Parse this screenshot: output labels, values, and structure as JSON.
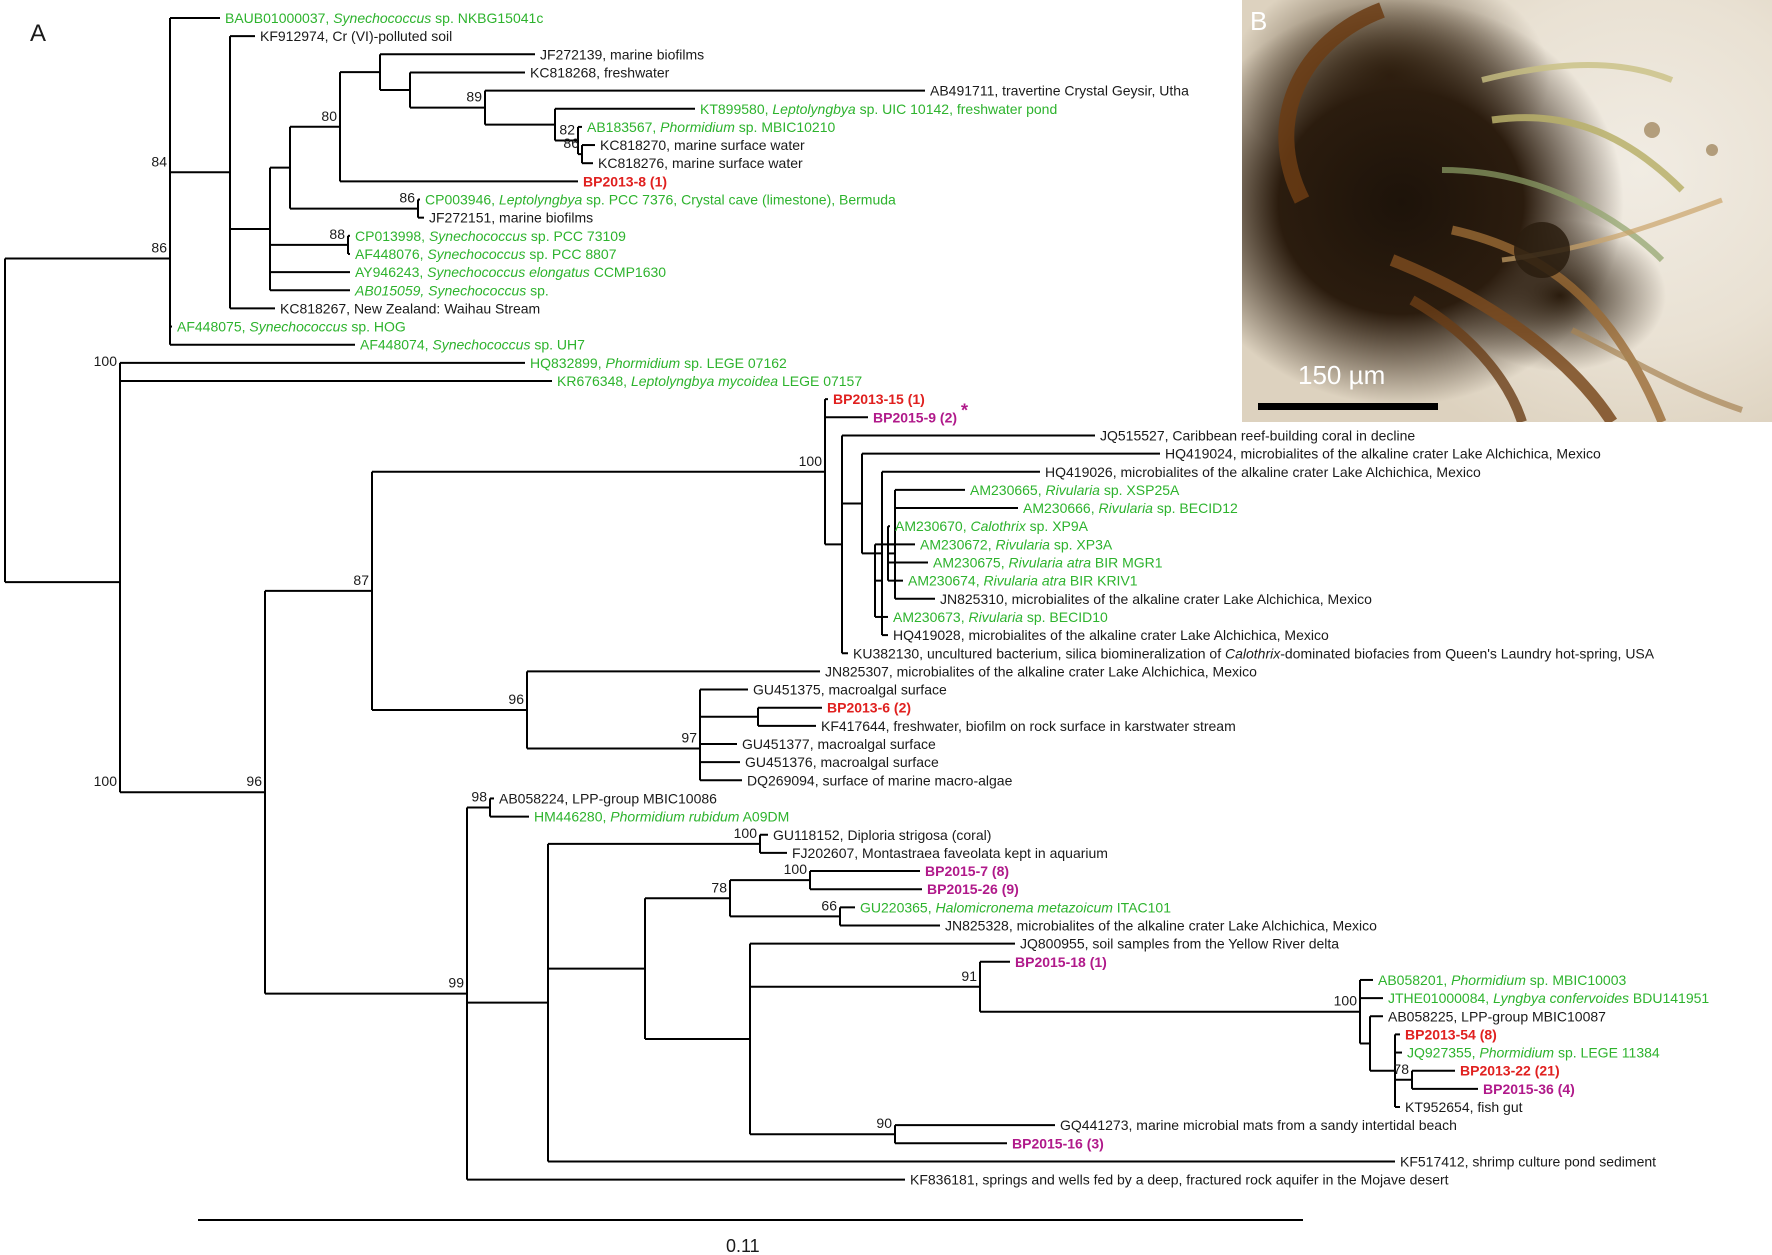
{
  "panel_a_label": "A",
  "panel_b_label": "B",
  "scale_bar_text": "150 µm",
  "tree_scale_label": "0.11",
  "colors": {
    "reference": "#2db32d",
    "bp2013": "#e0201f",
    "bp2015": "#b0198a",
    "environmental": "#1a1a1a",
    "branch": "#000000"
  },
  "bootstrap_values": [
    "84",
    "86",
    "100",
    "89",
    "82",
    "80",
    "86",
    "88",
    "100",
    "100",
    "87",
    "96",
    "100",
    "96",
    "97",
    "98",
    "99",
    "100",
    "100",
    "78",
    "66",
    "91",
    "100",
    "78",
    "90"
  ],
  "leaves": [
    {
      "parts": [
        {
          "t": "BAUB01000037, "
        },
        {
          "t": "Synechococcus",
          "i": true
        },
        {
          "t": " sp. NKBG15041c"
        }
      ],
      "group": "ref"
    },
    {
      "parts": [
        {
          "t": "KF912974, Cr (VI)-polluted soil"
        }
      ],
      "group": "env"
    },
    {
      "parts": [
        {
          "t": "JF272139, marine biofilms"
        }
      ],
      "group": "env"
    },
    {
      "parts": [
        {
          "t": "KC818268, freshwater"
        }
      ],
      "group": "env"
    },
    {
      "parts": [
        {
          "t": "AB491711, travertine Crystal Geysir, Utha"
        }
      ],
      "group": "env"
    },
    {
      "parts": [
        {
          "t": "KT899580, "
        },
        {
          "t": "Leptolyngbya",
          "i": true
        },
        {
          "t": " sp. UIC 10142, freshwater pond"
        }
      ],
      "group": "ref"
    },
    {
      "parts": [
        {
          "t": "AB183567, "
        },
        {
          "t": "Phormidium",
          "i": true
        },
        {
          "t": " sp. MBIC10210"
        }
      ],
      "group": "ref"
    },
    {
      "parts": [
        {
          "t": "KC818270, marine surface water"
        }
      ],
      "group": "env"
    },
    {
      "parts": [
        {
          "t": "KC818276, marine surface water"
        }
      ],
      "group": "env"
    },
    {
      "parts": [
        {
          "t": "BP2013-8 (1)"
        }
      ],
      "group": "bp13"
    },
    {
      "parts": [
        {
          "t": "CP003946, "
        },
        {
          "t": "Leptolyngbya",
          "i": true
        },
        {
          "t": " sp. PCC 7376, Crystal cave (limestone), Bermuda"
        }
      ],
      "group": "ref"
    },
    {
      "parts": [
        {
          "t": "JF272151, marine biofilms"
        }
      ],
      "group": "env"
    },
    {
      "parts": [
        {
          "t": "CP013998, "
        },
        {
          "t": "Synechococcus",
          "i": true
        },
        {
          "t": " sp. PCC 73109"
        }
      ],
      "group": "ref"
    },
    {
      "parts": [
        {
          "t": "AF448076, "
        },
        {
          "t": "Synechococcus",
          "i": true
        },
        {
          "t": " sp. PCC 8807"
        }
      ],
      "group": "ref"
    },
    {
      "parts": [
        {
          "t": "AY946243, "
        },
        {
          "t": "Synechococcus elongatus",
          "i": true
        },
        {
          "t": " CCMP1630"
        }
      ],
      "group": "ref"
    },
    {
      "parts": [
        {
          "t": "AB015059, Synechococcus",
          "i": true
        },
        {
          "t": " sp."
        }
      ],
      "group": "ref"
    },
    {
      "parts": [
        {
          "t": "KC818267, New Zealand: Waihau Stream"
        }
      ],
      "group": "env"
    },
    {
      "parts": [
        {
          "t": "AF448075, "
        },
        {
          "t": "Synechococcus",
          "i": true
        },
        {
          "t": " sp. HOG"
        }
      ],
      "group": "ref"
    },
    {
      "parts": [
        {
          "t": "AF448074, "
        },
        {
          "t": "Synechococcus",
          "i": true
        },
        {
          "t": " sp. UH7"
        }
      ],
      "group": "ref"
    },
    {
      "parts": [
        {
          "t": "HQ832899, "
        },
        {
          "t": "Phormidium",
          "i": true
        },
        {
          "t": " sp. LEGE 07162"
        }
      ],
      "group": "ref"
    },
    {
      "parts": [
        {
          "t": "KR676348, "
        },
        {
          "t": "Leptolyngbya mycoidea",
          "i": true
        },
        {
          "t": " LEGE 07157"
        }
      ],
      "group": "ref"
    },
    {
      "parts": [
        {
          "t": "BP2013-15 (1)"
        }
      ],
      "group": "bp13"
    },
    {
      "parts": [
        {
          "t": "BP2015-9 (2)"
        }
      ],
      "group": "bp15",
      "star": "*"
    },
    {
      "parts": [
        {
          "t": "JQ515527, Caribbean reef-building coral in decline"
        }
      ],
      "group": "env"
    },
    {
      "parts": [
        {
          "t": "HQ419024, microbialites of the alkaline crater Lake Alchichica, Mexico"
        }
      ],
      "group": "env"
    },
    {
      "parts": [
        {
          "t": "HQ419026, microbialites of the alkaline crater Lake Alchichica, Mexico"
        }
      ],
      "group": "env"
    },
    {
      "parts": [
        {
          "t": "AM230665, "
        },
        {
          "t": "Rivularia",
          "i": true
        },
        {
          "t": " sp. XSP25A"
        }
      ],
      "group": "ref"
    },
    {
      "parts": [
        {
          "t": "AM230666, "
        },
        {
          "t": "Rivularia",
          "i": true
        },
        {
          "t": " sp. BECID12"
        }
      ],
      "group": "ref"
    },
    {
      "parts": [
        {
          "t": "AM230670, "
        },
        {
          "t": "Calothrix",
          "i": true
        },
        {
          "t": " sp. XP9A"
        }
      ],
      "group": "ref"
    },
    {
      "parts": [
        {
          "t": "AM230672, "
        },
        {
          "t": "Rivularia",
          "i": true
        },
        {
          "t": " sp. XP3A"
        }
      ],
      "group": "ref"
    },
    {
      "parts": [
        {
          "t": "AM230675, "
        },
        {
          "t": "Rivularia atra",
          "i": true
        },
        {
          "t": " BIR MGR1"
        }
      ],
      "group": "ref"
    },
    {
      "parts": [
        {
          "t": "AM230674, "
        },
        {
          "t": "Rivularia atra",
          "i": true
        },
        {
          "t": " BIR KRIV1"
        }
      ],
      "group": "ref"
    },
    {
      "parts": [
        {
          "t": "JN825310, microbialites of the alkaline crater Lake Alchichica, Mexico"
        }
      ],
      "group": "env"
    },
    {
      "parts": [
        {
          "t": "AM230673, "
        },
        {
          "t": "Rivularia",
          "i": true
        },
        {
          "t": " sp. BECID10"
        }
      ],
      "group": "ref"
    },
    {
      "parts": [
        {
          "t": "HQ419028, microbialites of the alkaline crater Lake Alchichica, Mexico"
        }
      ],
      "group": "env"
    },
    {
      "parts": [
        {
          "t": "KU382130, uncultured bacterium, silica biomineralization of "
        },
        {
          "t": "Calothrix",
          "i": true
        },
        {
          "t": "-dominated biofacies from Queen's Laundry hot-spring, USA"
        }
      ],
      "group": "env"
    },
    {
      "parts": [
        {
          "t": "JN825307, microbialites of the alkaline crater Lake Alchichica, Mexico"
        }
      ],
      "group": "env"
    },
    {
      "parts": [
        {
          "t": "GU451375, macroalgal surface"
        }
      ],
      "group": "env"
    },
    {
      "parts": [
        {
          "t": "BP2013-6 (2)"
        }
      ],
      "group": "bp13"
    },
    {
      "parts": [
        {
          "t": "KF417644, freshwater, biofilm on rock surface in karstwater stream"
        }
      ],
      "group": "env"
    },
    {
      "parts": [
        {
          "t": "GU451377, macroalgal surface"
        }
      ],
      "group": "env"
    },
    {
      "parts": [
        {
          "t": "GU451376, macroalgal surface"
        }
      ],
      "group": "env"
    },
    {
      "parts": [
        {
          "t": "DQ269094, surface of marine macro-algae"
        }
      ],
      "group": "env"
    },
    {
      "parts": [
        {
          "t": "AB058224, LPP-group MBIC10086"
        }
      ],
      "group": "env"
    },
    {
      "parts": [
        {
          "t": "HM446280, "
        },
        {
          "t": "Phormidium rubidum",
          "i": true
        },
        {
          "t": " A09DM"
        }
      ],
      "group": "ref"
    },
    {
      "parts": [
        {
          "t": "GU118152, Diploria strigosa (coral)"
        }
      ],
      "group": "env"
    },
    {
      "parts": [
        {
          "t": "FJ202607, Montastraea faveolata kept in aquarium"
        }
      ],
      "group": "env"
    },
    {
      "parts": [
        {
          "t": "BP2015-7 (8)"
        }
      ],
      "group": "bp15"
    },
    {
      "parts": [
        {
          "t": "BP2015-26 (9)"
        }
      ],
      "group": "bp15"
    },
    {
      "parts": [
        {
          "t": "GU220365, "
        },
        {
          "t": "Halomicronema metazoicum",
          "i": true
        },
        {
          "t": " ITAC101"
        }
      ],
      "group": "ref"
    },
    {
      "parts": [
        {
          "t": "JN825328, microbialites of the alkaline crater Lake Alchichica, Mexico"
        }
      ],
      "group": "env"
    },
    {
      "parts": [
        {
          "t": "JQ800955, soil samples from the Yellow River delta"
        }
      ],
      "group": "env"
    },
    {
      "parts": [
        {
          "t": "BP2015-18 (1)"
        }
      ],
      "group": "bp15"
    },
    {
      "parts": [
        {
          "t": "AB058201, "
        },
        {
          "t": "Phormidium",
          "i": true
        },
        {
          "t": " sp. MBIC10003"
        }
      ],
      "group": "ref"
    },
    {
      "parts": [
        {
          "t": "JTHE01000084, "
        },
        {
          "t": "Lyngbya confervoides",
          "i": true
        },
        {
          "t": " BDU141951"
        }
      ],
      "group": "ref"
    },
    {
      "parts": [
        {
          "t": "AB058225, LPP-group MBIC10087"
        }
      ],
      "group": "env"
    },
    {
      "parts": [
        {
          "t": "BP2013-54 (8)"
        }
      ],
      "group": "bp13"
    },
    {
      "parts": [
        {
          "t": "JQ927355, "
        },
        {
          "t": "Phormidium",
          "i": true
        },
        {
          "t": " sp. LEGE 11384"
        }
      ],
      "group": "ref"
    },
    {
      "parts": [
        {
          "t": "BP2013-22 (21)"
        }
      ],
      "group": "bp13"
    },
    {
      "parts": [
        {
          "t": "BP2015-36 (4)"
        }
      ],
      "group": "bp15"
    },
    {
      "parts": [
        {
          "t": "KT952654, fish gut"
        }
      ],
      "group": "env"
    },
    {
      "parts": [
        {
          "t": "GQ441273, marine microbial mats from a sandy intertidal beach"
        }
      ],
      "group": "env"
    },
    {
      "parts": [
        {
          "t": "BP2015-16 (3)"
        }
      ],
      "group": "bp15"
    },
    {
      "parts": [
        {
          "t": "KF517412, shrimp culture pond sediment"
        }
      ],
      "group": "env"
    },
    {
      "parts": [
        {
          "t": "KF836181, springs and wells fed by a deep, fractured rock aquifer in the Mojave desert"
        }
      ],
      "group": "env"
    }
  ]
}
